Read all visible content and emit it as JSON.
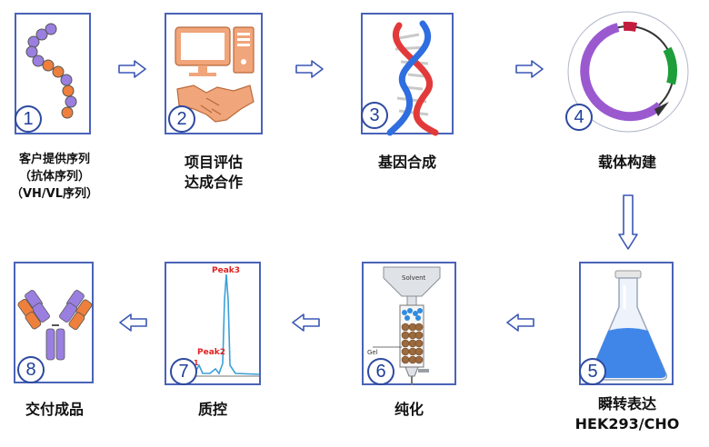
{
  "steps": [
    {
      "num": "1",
      "lines": [
        "客户提供序列",
        "（抗体序列）",
        "（VH/VL序列）"
      ]
    },
    {
      "num": "2",
      "lines": [
        "项目评估",
        "达成合作"
      ]
    },
    {
      "num": "3",
      "lines": [
        "基因合成"
      ]
    },
    {
      "num": "4",
      "lines": [
        "载体构建"
      ]
    },
    {
      "num": "5",
      "lines": [
        "瞬转表达",
        "HEK293/CHO"
      ]
    },
    {
      "num": "6",
      "lines": [
        "纯化"
      ]
    },
    {
      "num": "7",
      "lines": [
        "质控"
      ]
    },
    {
      "num": "8",
      "lines": [
        "交付成品"
      ]
    }
  ],
  "purification": {
    "solvent_label": "Solvent",
    "gel_label": "Gel"
  },
  "qc": {
    "peak_main": "Peak3",
    "peak_minor": "Peak2",
    "peak_small": "1"
  },
  "colors": {
    "border": "#4a63b8",
    "number": "#1f3f99",
    "arrow": "#3a56b5",
    "purple": "#9a7fe0",
    "orange": "#ee7f3c",
    "dna_red": "#e23a3a",
    "dna_blue": "#2f6ee0",
    "plasmid": "#9b59d0",
    "flask_blue": "#3f86e8",
    "peak_red": "#e02020"
  },
  "icons": [
    "peptide-chain-icon",
    "computer-icon",
    "handshake-icon",
    "dna-helix-icon",
    "plasmid-icon",
    "flask-icon",
    "chromatography-column-icon",
    "chromatogram-icon",
    "antibody-icon",
    "arrow-right-icon",
    "arrow-down-icon",
    "arrow-left-icon"
  ]
}
